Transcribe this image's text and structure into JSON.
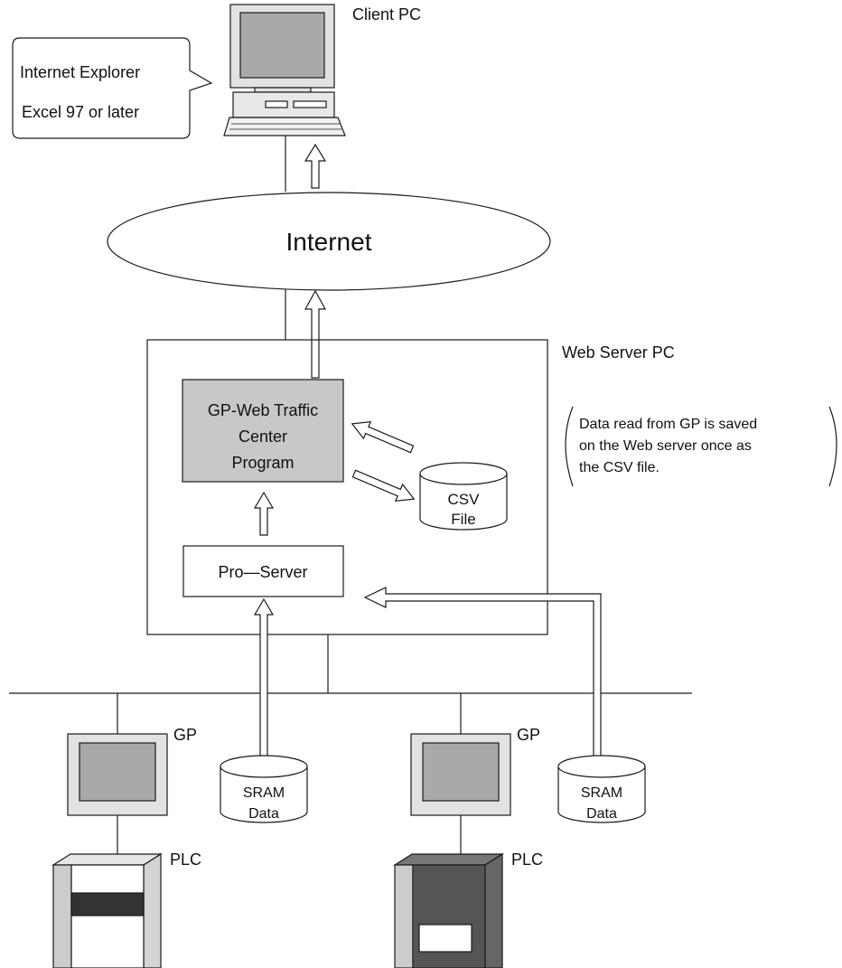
{
  "client_pc": {
    "label": "Client PC",
    "callout_line1": "Internet Explorer",
    "callout_line2": "Excel 97 or later"
  },
  "internet": {
    "label": "Internet"
  },
  "web_server": {
    "label": "Web Server PC",
    "program_line1": "GP-Web Traffic",
    "program_line2": "Center",
    "program_line3": "Program",
    "pro_server": "Pro—Server",
    "csv_line1": "CSV",
    "csv_line2": "File"
  },
  "note": {
    "line1": "Data read from GP is saved",
    "line2": "on the Web server once as",
    "line3": "the CSV file."
  },
  "nodes": [
    {
      "gp_label": "GP",
      "plc_label": "PLC",
      "sram_line1": "SRAM",
      "sram_line2": "Data"
    },
    {
      "gp_label": "GP",
      "plc_label": "PLC",
      "sram_line1": "SRAM",
      "sram_line2": "Data"
    }
  ],
  "colors": {
    "line": "#1a1a1a",
    "shaded_box": "#c8c8c8",
    "screen_gray": "#a9a9a9",
    "monitor_frame": "#e2e2e2",
    "plc_dark": "#555555",
    "plc_light": "#cccccc"
  }
}
